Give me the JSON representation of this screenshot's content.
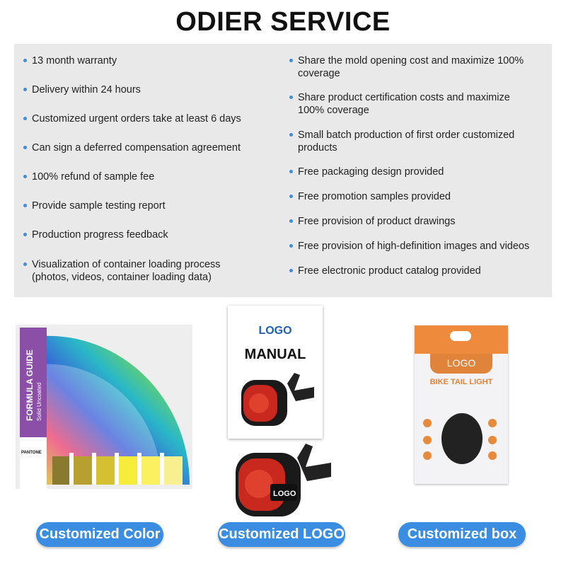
{
  "title": "ODIER SERVICE",
  "left_items": [
    "13 month warranty",
    "Delivery within 24 hours",
    "Customized urgent orders take at least 6 days",
    "Can sign a deferred compensation agreement",
    "100% refund of sample fee",
    "Provide sample testing report",
    "Production progress feedback",
    "Visualization of container loading process (photos, videos, container loading data)"
  ],
  "right_items": [
    "Share the mold opening cost and maximize 100% coverage",
    "Share product certification costs and maximize 100% coverage",
    "Small batch production of first order customized products",
    "Free packaging design provided",
    "Free promotion samples provided",
    "Free provision of product drawings",
    "Free provision of high-definition images and videos",
    "Free electronic product catalog provided"
  ],
  "pantone": {
    "guide": "FORMULA GUIDE",
    "sub": "Solid Uncoated",
    "brand": "PANTONE"
  },
  "manual": {
    "logo": "LOGO",
    "title": "MANUAL",
    "light_logo": "LOGO"
  },
  "box": {
    "logo": "LOGO",
    "product": "BIKE TAIL LIGHT"
  },
  "buttons": [
    "Customized Color",
    "Customized LOGO",
    "Customized box"
  ],
  "colors": {
    "accent": "#3a8de0",
    "panel": "#e9e9e9",
    "box_orange": "#ee8a3c"
  }
}
